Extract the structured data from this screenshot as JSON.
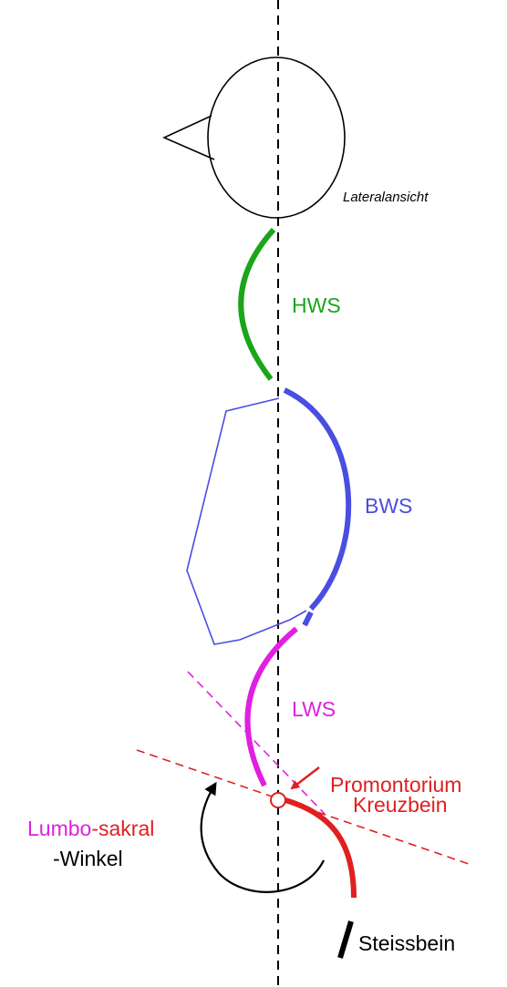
{
  "diagram": {
    "view_label": "Lateralansicht",
    "regions": {
      "hws": {
        "label": "HWS",
        "color": "#1aa51a"
      },
      "bws": {
        "label": "BWS",
        "color": "#4a4ee0"
      },
      "lws": {
        "label": "LWS",
        "color": "#e020e0"
      },
      "promontorium": {
        "label": "Promontorium",
        "color": "#e02020"
      },
      "kreuzbein": {
        "label": "Kreuzbein",
        "color": "#e02020"
      },
      "steissbein": {
        "label": "Steissbein",
        "color": "#000000"
      }
    },
    "angle": {
      "lumbo": "Lumbo",
      "dash": "-",
      "sakral": "sakral",
      "winkel": "-Winkel",
      "lumbo_color": "#e020e0",
      "sakral_color": "#e02020"
    }
  }
}
